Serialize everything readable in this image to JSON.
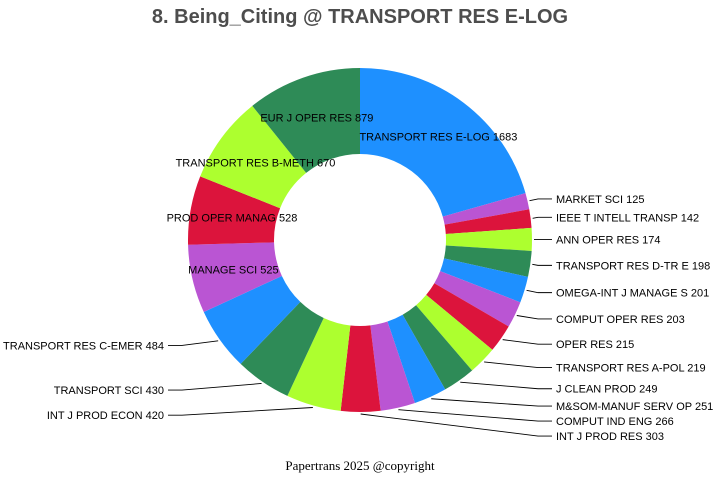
{
  "title": "8. Being_Citing @ TRANSPORT RES E-LOG",
  "footer": "Papertrans 2025 @copyright",
  "chart_data": {
    "type": "pie",
    "donut": true,
    "title": "8. Being_Citing @ TRANSPORT RES E-LOG",
    "start_position": "top, clockwise",
    "slices": [
      {
        "label": "TRANSPORT RES E-LOG 1683",
        "name": "TRANSPORT RES E-LOG",
        "value": 1683,
        "color": "#1e90ff"
      },
      {
        "label": "MARKET SCI 125",
        "name": "MARKET SCI",
        "value": 125,
        "color": "#ba55d3"
      },
      {
        "label": "IEEE T INTELL TRANSP 142",
        "name": "IEEE T INTELL TRANSP",
        "value": 142,
        "color": "#dc143c"
      },
      {
        "label": "ANN OPER RES 174",
        "name": "ANN OPER RES",
        "value": 174,
        "color": "#adff2f"
      },
      {
        "label": "TRANSPORT RES D-TR E 198",
        "name": "TRANSPORT RES D-TR E",
        "value": 198,
        "color": "#2e8b57"
      },
      {
        "label": "OMEGA-INT J MANAGE S 201",
        "name": "OMEGA-INT J MANAGE S",
        "value": 201,
        "color": "#1e90ff"
      },
      {
        "label": "COMPUT OPER RES 203",
        "name": "COMPUT OPER RES",
        "value": 203,
        "color": "#ba55d3"
      },
      {
        "label": "OPER RES 215",
        "name": "OPER RES",
        "value": 215,
        "color": "#dc143c"
      },
      {
        "label": "TRANSPORT RES A-POL 219",
        "name": "TRANSPORT RES A-POL",
        "value": 219,
        "color": "#adff2f"
      },
      {
        "label": "J CLEAN PROD 249",
        "name": "J CLEAN PROD",
        "value": 249,
        "color": "#2e8b57"
      },
      {
        "label": "M&SOM-MANUF SERV OP 251",
        "name": "M&SOM-MANUF SERV OP",
        "value": 251,
        "color": "#1e90ff"
      },
      {
        "label": "COMPUT IND ENG 266",
        "name": "COMPUT IND ENG",
        "value": 266,
        "color": "#ba55d3"
      },
      {
        "label": "INT J PROD RES 303",
        "name": "INT J PROD RES",
        "value": 303,
        "color": "#dc143c"
      },
      {
        "label": "INT J PROD ECON 420",
        "name": "INT J PROD ECON",
        "value": 420,
        "color": "#adff2f"
      },
      {
        "label": "TRANSPORT SCI 430",
        "name": "TRANSPORT SCI",
        "value": 430,
        "color": "#2e8b57"
      },
      {
        "label": "TRANSPORT RES C-EMER 484",
        "name": "TRANSPORT RES C-EMER",
        "value": 484,
        "color": "#1e90ff"
      },
      {
        "label": "MANAGE SCI 525",
        "name": "MANAGE SCI",
        "value": 525,
        "color": "#ba55d3"
      },
      {
        "label": "PROD OPER MANAG 528",
        "name": "PROD OPER MANAG",
        "value": 528,
        "color": "#dc143c"
      },
      {
        "label": "TRANSPORT RES B-METH 670",
        "name": "TRANSPORT RES B-METH",
        "value": 670,
        "color": "#adff2f"
      },
      {
        "label": "EUR J OPER RES 879",
        "name": "EUR J OPER RES",
        "value": 879,
        "color": "#2e8b57"
      }
    ]
  }
}
